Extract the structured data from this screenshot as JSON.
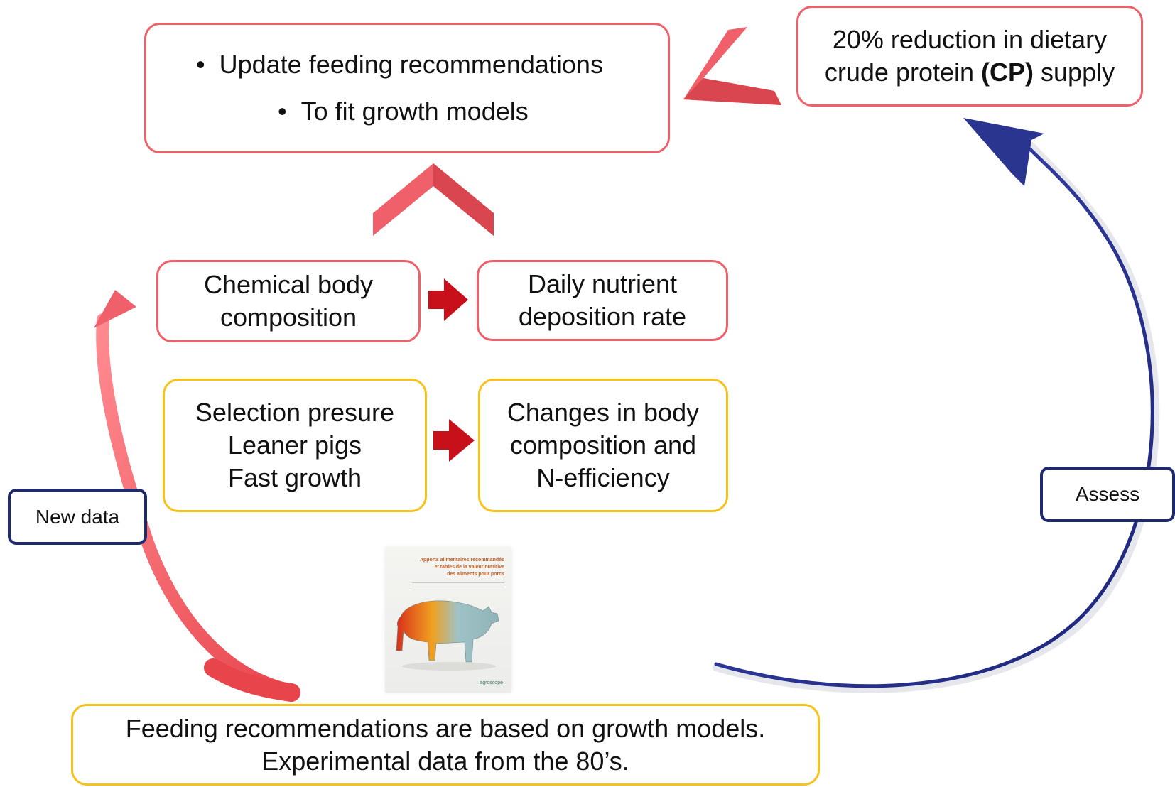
{
  "top_box": {
    "bullets": [
      "Update feeding recommendations",
      "To fit growth models"
    ],
    "bullet_symbol": "•"
  },
  "cp_box": {
    "line1": "20% reduction in dietary",
    "line2_before": "crude protein ",
    "line2_bold": "(CP)",
    "line2_after": " supply"
  },
  "chemical_box": {
    "lines": [
      "Chemical body",
      "composition"
    ]
  },
  "deposition_box": {
    "lines": [
      "Daily nutrient",
      "deposition rate"
    ]
  },
  "selection_box": {
    "lines": [
      "Selection presure",
      "Leaner pigs",
      "Fast growth"
    ]
  },
  "changes_box": {
    "lines": [
      "Changes in body",
      "composition and",
      "N-efficiency"
    ]
  },
  "bottom_box": {
    "lines": [
      "Feeding recommendations are based on growth models.",
      "Experimental data from the 80’s."
    ]
  },
  "labels": {
    "new_data": "New data",
    "assess": "Assess"
  },
  "poster": {
    "title_lines": [
      "Apports alimentaires recommandés",
      "et tables de la valeur nutritive",
      "des aliments pour porcs"
    ],
    "brand": "agroscope"
  },
  "colors": {
    "red_border": "#f0606a",
    "yellow_border": "#f7c21a",
    "navy": "#1f2a6e",
    "dark_red_arrow": "#c8101a",
    "red_arrow": "#f0606a",
    "blue_arrow": "#2a3590"
  },
  "icons": {
    "chevron_up": "chevron-up-icon",
    "chevron_left": "chevron-left-icon",
    "arrow_right": "arrow-right-icon"
  }
}
